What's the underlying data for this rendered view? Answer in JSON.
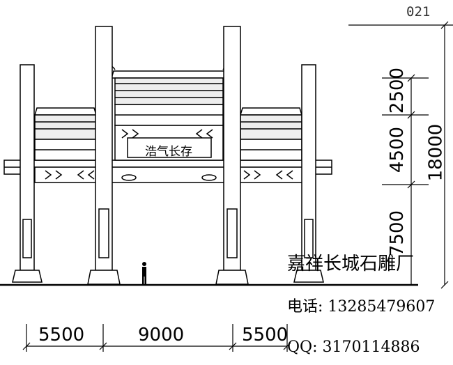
{
  "drawing": {
    "id": "021",
    "plaque_text": "浩气长存"
  },
  "dimensions": {
    "horizontal": [
      "5500",
      "9000",
      "5500"
    ],
    "vertical_segments": [
      "2500",
      "4500",
      "7500"
    ],
    "vertical_total": "18000"
  },
  "company": {
    "name": "嘉祥长城石雕厂",
    "phone": "电话: 13285479607",
    "qq": "QQ: 3170114886"
  }
}
